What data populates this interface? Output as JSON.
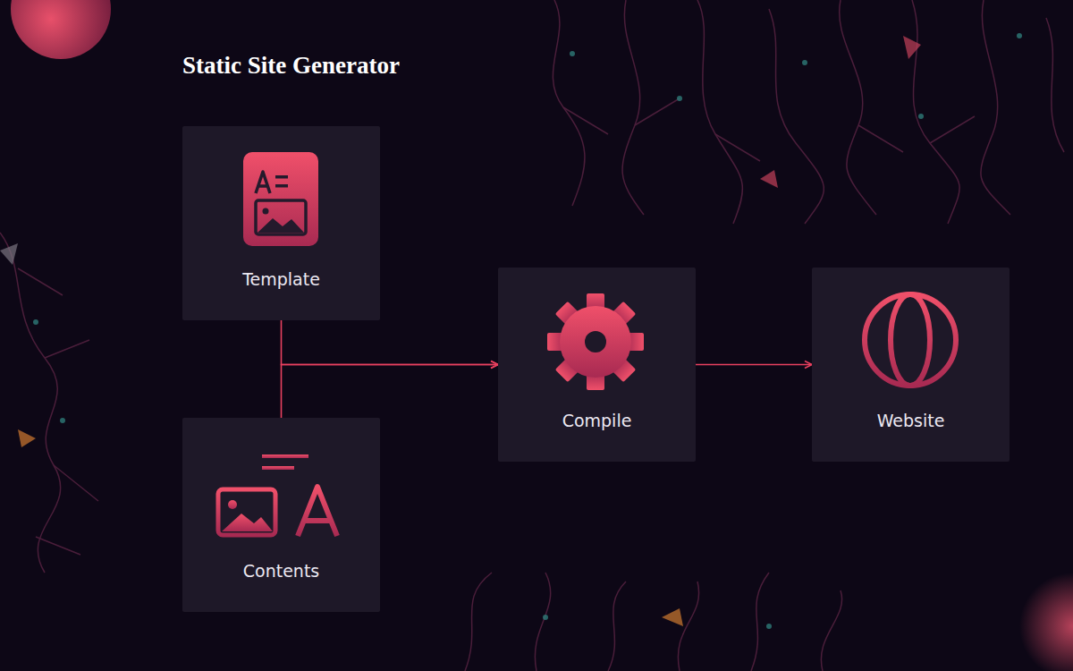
{
  "diagram": {
    "title": "Static Site Generator",
    "nodes": [
      {
        "text": [
          "Template"
        ]
      },
      {
        "text": [
          "Contents"
        ]
      },
      {
        "text": [
          "Compile"
        ]
      },
      {
        "text": [
          "Website"
        ]
      }
    ],
    "edges": [
      {
        "from": 0,
        "to": 2,
        "arrow": "to"
      },
      {
        "from": 1,
        "to": 2,
        "arrow": "to"
      },
      {
        "from": 2,
        "to": 3,
        "arrow": "to"
      }
    ]
  }
}
